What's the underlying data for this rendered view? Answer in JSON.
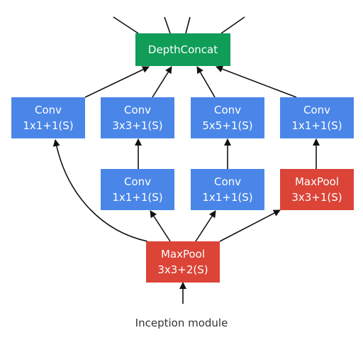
{
  "diagram": {
    "concat": {
      "label": "DepthConcat"
    },
    "top_row": [
      {
        "l1": "Conv",
        "l2": "1x1+1(S)"
      },
      {
        "l1": "Conv",
        "l2": "3x3+1(S)"
      },
      {
        "l1": "Conv",
        "l2": "5x5+1(S)"
      },
      {
        "l1": "Conv",
        "l2": "1x1+1(S)"
      }
    ],
    "middle_row": [
      {
        "l1": "Conv",
        "l2": "1x1+1(S)"
      },
      {
        "l1": "Conv",
        "l2": "1x1+1(S)"
      },
      {
        "l1": "MaxPool",
        "l2": "3x3+1(S)"
      }
    ],
    "bottom_pool": {
      "l1": "MaxPool",
      "l2": "3x3+2(S)"
    }
  },
  "caption": "Inception module",
  "colors": {
    "conv": "#4a86e8",
    "pool": "#db4437",
    "concat": "#0f9d58",
    "edge": "#111111"
  }
}
